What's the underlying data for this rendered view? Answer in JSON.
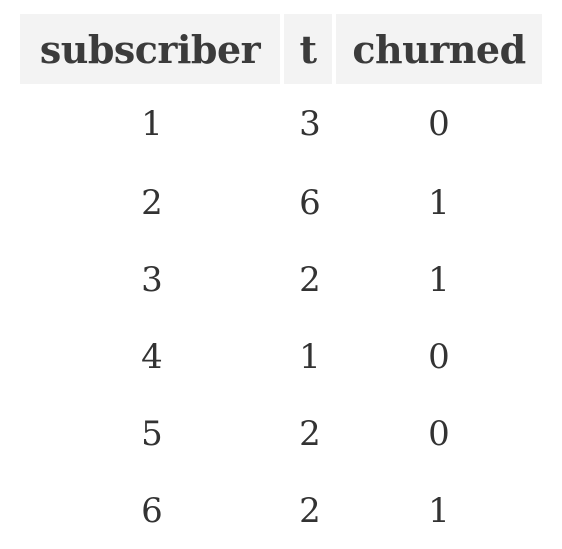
{
  "table": {
    "columns": [
      "subscriber",
      "t",
      "churned"
    ],
    "rows": [
      [
        "1",
        "3",
        "0"
      ],
      [
        "2",
        "6",
        "1"
      ],
      [
        "3",
        "2",
        "1"
      ],
      [
        "4",
        "1",
        "0"
      ],
      [
        "5",
        "2",
        "0"
      ],
      [
        "6",
        "2",
        "1"
      ]
    ]
  }
}
